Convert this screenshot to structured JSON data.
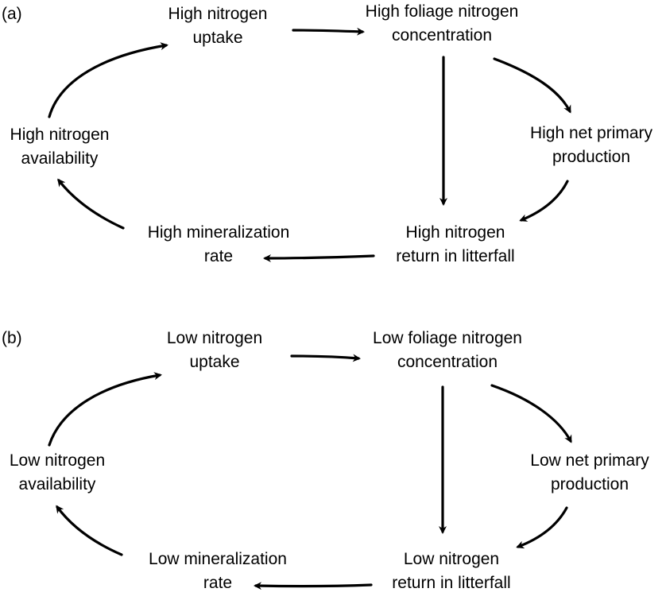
{
  "colors": {
    "background": "#ffffff",
    "text": "#000000",
    "arrow": "#000000"
  },
  "panels": [
    {
      "label": "(a)",
      "nodes": {
        "uptake": [
          "High nitrogen",
          "uptake"
        ],
        "foliage": [
          "High foliage nitrogen",
          "concentration"
        ],
        "npp": [
          "High net primary",
          "production"
        ],
        "litterfall": [
          "High nitrogen",
          "return in litterfall"
        ],
        "mineralization": [
          "High mineralization",
          "rate"
        ],
        "availability": [
          "High nitrogen",
          "availability"
        ]
      },
      "edges": [
        {
          "from": "uptake",
          "to": "foliage"
        },
        {
          "from": "foliage",
          "to": "npp"
        },
        {
          "from": "foliage",
          "to": "litterfall"
        },
        {
          "from": "npp",
          "to": "litterfall"
        },
        {
          "from": "litterfall",
          "to": "mineralization"
        },
        {
          "from": "mineralization",
          "to": "availability"
        },
        {
          "from": "availability",
          "to": "uptake"
        }
      ]
    },
    {
      "label": "(b)",
      "nodes": {
        "uptake": [
          "Low nitrogen",
          "uptake"
        ],
        "foliage": [
          "Low foliage nitrogen",
          "concentration"
        ],
        "npp": [
          "Low net primary",
          "production"
        ],
        "litterfall": [
          "Low nitrogen",
          "return in litterfall"
        ],
        "mineralization": [
          "Low mineralization",
          "rate"
        ],
        "availability": [
          "Low nitrogen",
          "availability"
        ]
      },
      "edges": [
        {
          "from": "uptake",
          "to": "foliage"
        },
        {
          "from": "foliage",
          "to": "npp"
        },
        {
          "from": "foliage",
          "to": "litterfall"
        },
        {
          "from": "npp",
          "to": "litterfall"
        },
        {
          "from": "litterfall",
          "to": "mineralization"
        },
        {
          "from": "mineralization",
          "to": "availability"
        },
        {
          "from": "availability",
          "to": "uptake"
        }
      ]
    }
  ]
}
